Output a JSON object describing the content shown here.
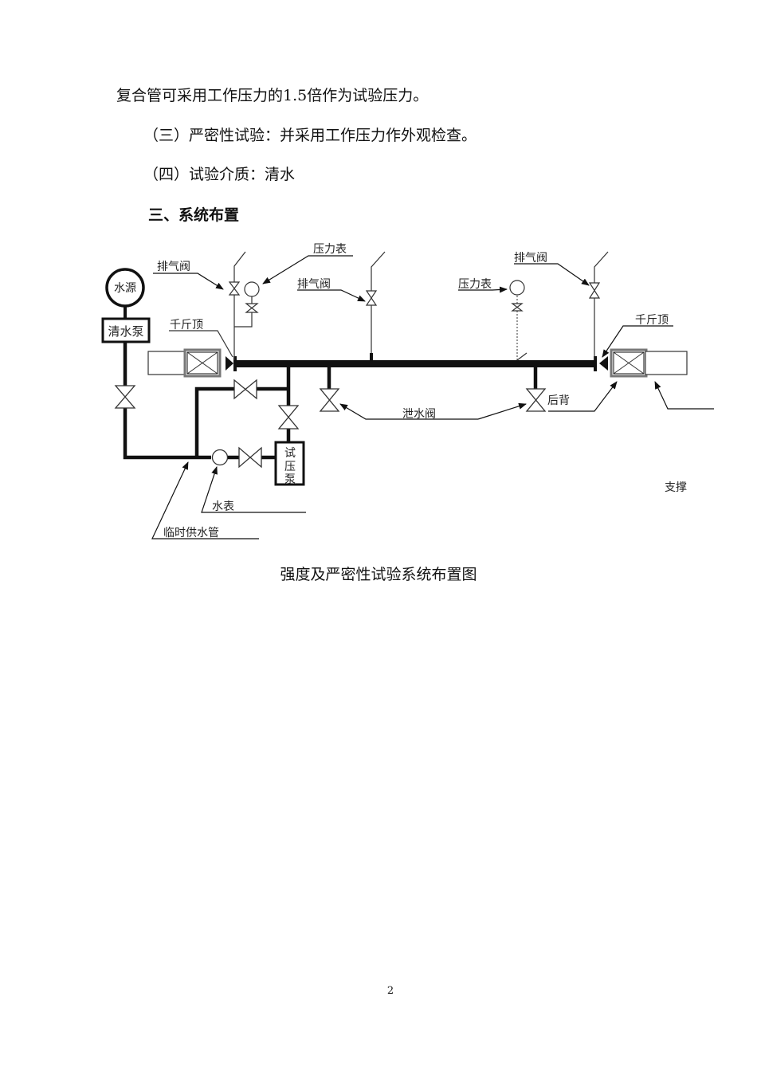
{
  "document": {
    "paragraphs": [
      "复合管可采用工作压力的1.5倍作为试验压力。",
      "（三）严密性试验：并采用工作压力作外观检查。",
      "（四）试验介质：清水"
    ],
    "section_heading": "三、系统布置",
    "figure_caption": "强度及严密性试验系统布置图",
    "page_number": "2"
  },
  "diagram": {
    "labels": {
      "water_source": "水源",
      "clean_water_pump": "清水泵",
      "vent_valve_left": "排气阀",
      "pressure_gauge_left": "压力表",
      "vent_valve_middle": "排气阀",
      "pressure_gauge_right": "压力表",
      "vent_valve_right": "排气阀",
      "jack_left": "千斤顶",
      "jack_right": "千斤顶",
      "drain_valve": "泄水阀",
      "back_wall": "后背",
      "support": "支撑",
      "test_pump": [
        "试",
        "压",
        "泵"
      ],
      "water_meter": "水表",
      "temp_supply_pipe": "临时供水管"
    }
  }
}
